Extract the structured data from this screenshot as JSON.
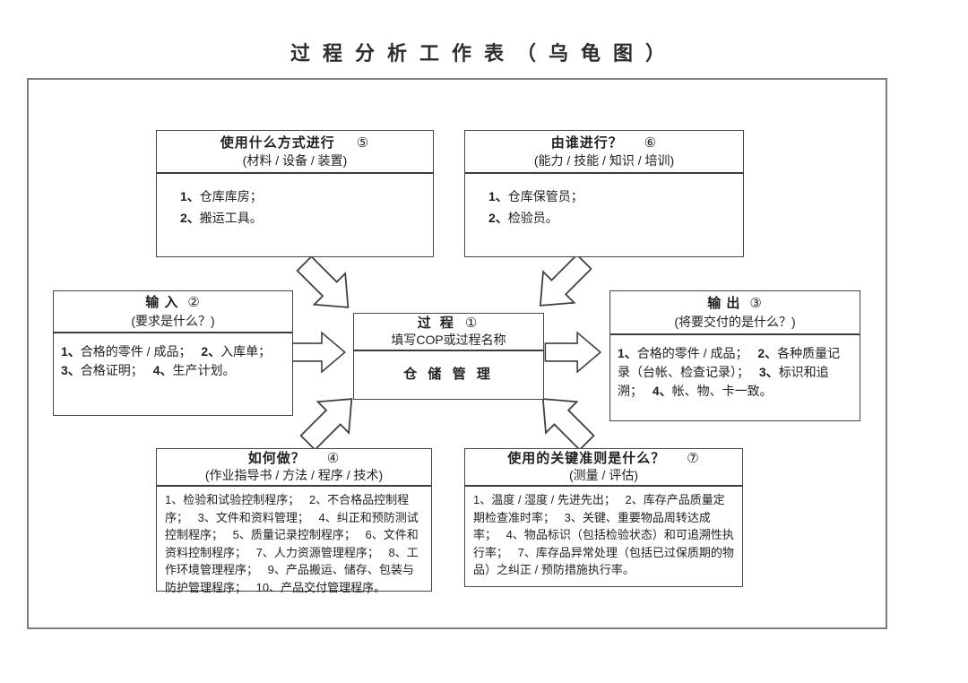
{
  "title": "过程分析工作表（乌龟图）",
  "colors": {
    "background": "#ffffff",
    "frame_line": "#7e7e7e",
    "box_line": "#474747",
    "divider_line": "#3c3c3c",
    "text": "#1f1f1f"
  },
  "process": {
    "title": "过 程",
    "number": "①",
    "subtitle": "填写COP或过程名称",
    "name": "仓 储 管 理"
  },
  "boxes": {
    "method": {
      "title": "使用什么方式进行",
      "number": "⑤",
      "subtitle": "(材料 / 设备 / 装置)",
      "flow": "lines",
      "bold_numbers": true,
      "items": [
        {
          "n": "1",
          "t": "仓库库房；"
        },
        {
          "n": "2",
          "t": "搬运工具。"
        }
      ]
    },
    "who": {
      "title": "由谁进行？",
      "number": "⑥",
      "subtitle": "(能力 / 技能 / 知识 / 培训)",
      "flow": "lines",
      "bold_numbers": true,
      "items": [
        {
          "n": "1",
          "t": "仓库保管员；"
        },
        {
          "n": "2",
          "t": "检验员。"
        }
      ]
    },
    "input": {
      "title": "输 入",
      "number": "②",
      "subtitle": "(要求是什么？)",
      "flow": "inline",
      "bold_numbers": true,
      "items": [
        {
          "n": "1",
          "t": "合格的零件 / 成品；"
        },
        {
          "n": "2",
          "t": "入库单；"
        },
        {
          "n": "3",
          "t": "合格证明；"
        },
        {
          "n": "4",
          "t": "生产计划。"
        }
      ]
    },
    "output": {
      "title": "输 出",
      "number": "③",
      "subtitle": "(将要交付的是什么？)",
      "flow": "inline",
      "bold_numbers": true,
      "items": [
        {
          "n": "1",
          "t": "合格的零件 / 成品；"
        },
        {
          "n": "2",
          "t": "各种质量记录（台帐、检查记录）；"
        },
        {
          "n": "3",
          "t": "标识和追溯；"
        },
        {
          "n": "4",
          "t": "帐、物、卡一致。"
        }
      ]
    },
    "how": {
      "title": "如何做？",
      "number": "④",
      "subtitle": "(作业指导书 / 方法 / 程序 / 技术)",
      "flow": "inline",
      "bold_numbers": false,
      "items": [
        {
          "n": "1",
          "t": "检验和试验控制程序；"
        },
        {
          "n": "2",
          "t": "不合格品控制程序；"
        },
        {
          "n": "3",
          "t": "文件和资料管理；"
        },
        {
          "n": "4",
          "t": "纠正和预防测试控制程序；"
        },
        {
          "n": "5",
          "t": "质量记录控制程序；"
        },
        {
          "n": "6",
          "t": "文件和资料控制程序；"
        },
        {
          "n": "7",
          "t": "人力资源管理程序；"
        },
        {
          "n": "8",
          "t": "工作环境管理程序；"
        },
        {
          "n": "9",
          "t": "产品搬运、储存、包装与防护管理程序；"
        },
        {
          "n": "10",
          "t": "产品交付管理程序。"
        }
      ]
    },
    "criteria": {
      "title": "使用的关键准则是什么？",
      "number": "⑦",
      "subtitle": "(测量 / 评估)",
      "flow": "inline",
      "bold_numbers": false,
      "items": [
        {
          "n": "1",
          "t": "温度 / 湿度 / 先进先出；"
        },
        {
          "n": "2",
          "t": "库存产品质量定期检查准时率；"
        },
        {
          "n": "3",
          "t": "关键、重要物品周转达成率；"
        },
        {
          "n": "4",
          "t": "物品标识（包括检验状态）和可追溯性执行率；"
        },
        {
          "n": "7",
          "t": "库存品异常处理（包括已过保质期的物品）之纠正 / 预防措施执行率。"
        }
      ]
    }
  },
  "arrows": [
    {
      "name": "arrow-method-to-process",
      "direction": "down-right"
    },
    {
      "name": "arrow-who-to-process",
      "direction": "down-left"
    },
    {
      "name": "arrow-input-to-process",
      "direction": "right"
    },
    {
      "name": "arrow-process-to-output",
      "direction": "right"
    },
    {
      "name": "arrow-how-to-process",
      "direction": "up-right"
    },
    {
      "name": "arrow-criteria-to-process",
      "direction": "up-left"
    }
  ]
}
